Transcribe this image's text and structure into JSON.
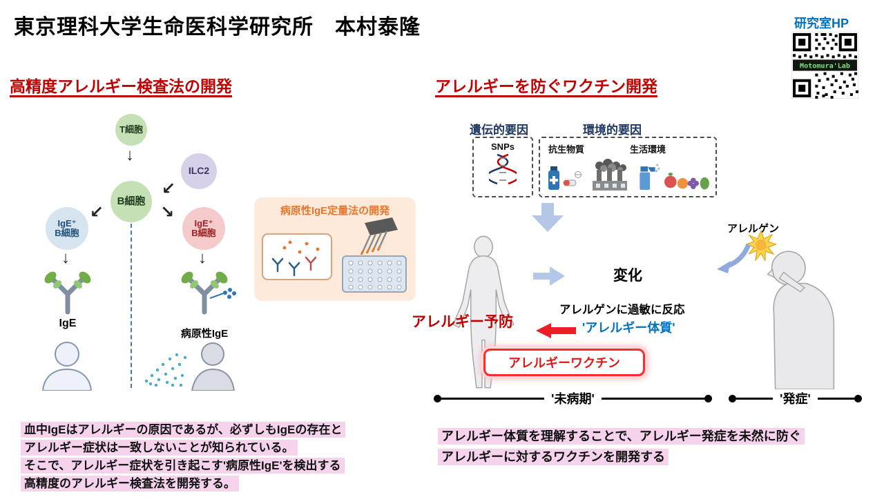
{
  "page": {
    "title": "東京理科大学生命医科学研究所　本村泰隆",
    "lab_link_label": "研究室HP",
    "qr_text": "Motomura'Lab"
  },
  "left": {
    "heading": "高精度アレルギー検査法の開発",
    "diagram": {
      "t_cell": "T細胞",
      "ilc2": "ILC2",
      "b_cell": "B細胞",
      "ige_b_line1": "IgE⁺",
      "ige_b_line2": "B細胞",
      "ige_label": "IgE",
      "pathogenic_ige_label": "病原性IgE",
      "assay_box_title": "病原性IgE定量法の開発"
    },
    "summary_lines": [
      "血中IgEはアレルギーの原因であるが、必ずしもIgEの存在と",
      "アレルギー症状は一致しないことが知られている。",
      "そこで、アレルギー症状を引き起こす'病原性IgE'を検出する",
      "高精度のアレルギー検査法を開発する。"
    ]
  },
  "right": {
    "heading": "アレルギーを防ぐワクチン開発",
    "factors": {
      "genetic_label": "遺伝的要因",
      "environmental_label": "環境的要因",
      "snps": "SNPs",
      "antibiotics": "抗生物質",
      "living_environment": "生活環境"
    },
    "flow": {
      "change": "変化",
      "hypersensitive": "アレルゲンに過敏に反応",
      "constitution": "'アレルギー体質'",
      "prevention": "アレルギー予防",
      "vaccine": "アレルギーワクチン",
      "allergen": "アレルゲン"
    },
    "timeline": {
      "pre_disease": "'未病期'",
      "onset": "'発症'"
    },
    "summary_lines": [
      "アレルギー体質を理解することで、アレルギー発症を未然に防ぐ",
      "アレルギーに対するワクチンを開発する"
    ]
  },
  "colors": {
    "heading_red": "#C00000",
    "navy": "#1F3864",
    "link_blue": "#0070C0",
    "constitution_blue": "#0070C0",
    "highlight_pink": "#F5D3EC",
    "assay_box_orange": "#FDEADA",
    "assay_title_orange": "#ED7D31",
    "arrow_light_blue": "#B4C7E7",
    "arrow_red": "#EE1C25",
    "t_cell_green": "#C5E0B4",
    "ilc2_purple": "#D6D0E8",
    "ige_b_blue": "#D6E4F0",
    "ige_b_pink": "#F4CACA"
  }
}
